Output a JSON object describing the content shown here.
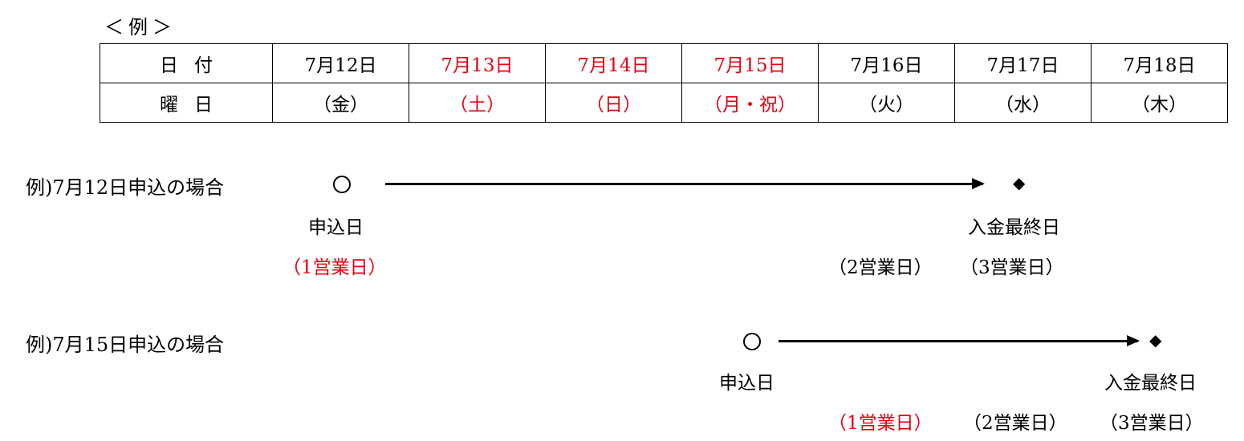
{
  "title": "＜例＞",
  "table": {
    "row_headers": [
      "日付",
      "曜日"
    ],
    "dates": [
      "7月12日",
      "7月13日",
      "7月14日",
      "7月15日",
      "7月16日",
      "7月17日",
      "7月18日"
    ],
    "weekdays": [
      "（金）",
      "（土）",
      "（日）",
      "（月・祝）",
      "（火）",
      "（水）",
      "（木）"
    ],
    "holiday_flags": [
      false,
      true,
      true,
      true,
      false,
      false,
      false
    ]
  },
  "colors": {
    "holiday": "#e60012",
    "text": "#000000"
  },
  "example1": {
    "label": "例)7月12日申込の場合",
    "start_label": "申込日",
    "end_label": "入金最終日",
    "day1": "（1営業日）",
    "day2": "（2営業日）",
    "day3": "（3営業日）"
  },
  "example2": {
    "label": "例)7月15日申込の場合",
    "start_label": "申込日",
    "end_label": "入金最終日",
    "day1": "（1営業日）",
    "day2": "（2営業日）",
    "day3": "（3営業日）"
  },
  "icons": {
    "start": "circle-icon",
    "end": "diamond-icon"
  }
}
